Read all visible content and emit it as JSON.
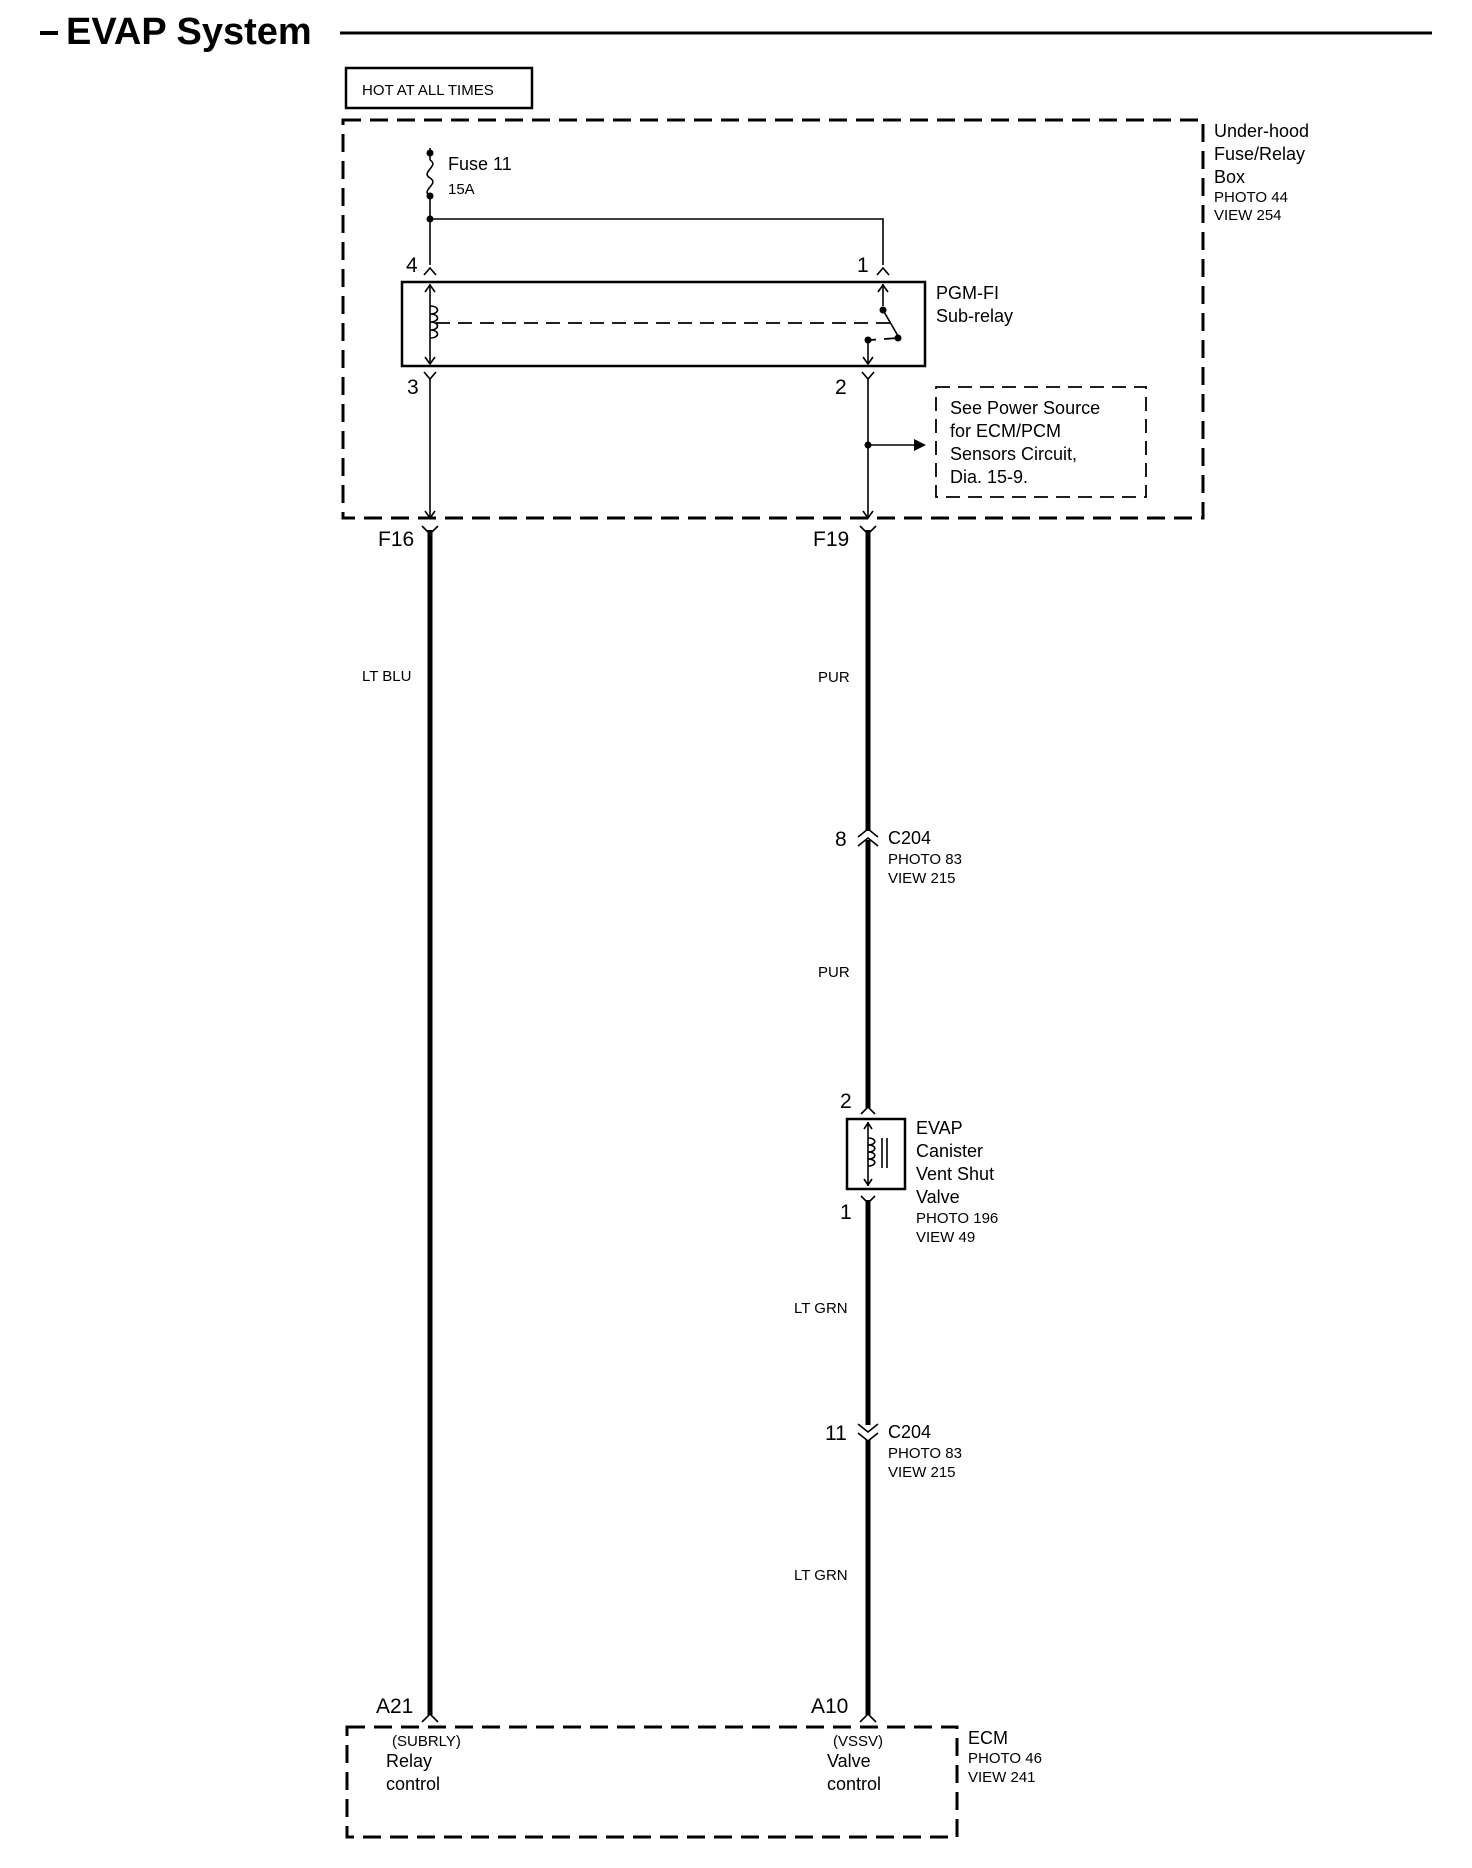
{
  "title": "EVAP System",
  "hot_label": "HOT AT ALL TIMES",
  "fuse_box": {
    "lines": [
      "Under-hood",
      "Fuse/Relay",
      "Box"
    ],
    "photo": "PHOTO 44",
    "view": "VIEW 254"
  },
  "fuse": {
    "name": "Fuse 11",
    "rating": "15A"
  },
  "relay": {
    "lines": [
      "PGM-FI",
      "Sub-relay"
    ],
    "pins": {
      "p4": "4",
      "p1": "1",
      "p3": "3",
      "p2": "2"
    }
  },
  "see_note": [
    "See Power Source",
    "for ECM/PCM",
    "Sensors Circuit,",
    "Dia. 15-9."
  ],
  "terminals": {
    "f16": "F16",
    "f19": "F19",
    "a21": "A21",
    "a10": "A10"
  },
  "wire_colors": {
    "left": "LT BLU",
    "right_top": "PUR",
    "right_mid": "PUR",
    "right_low": "LT GRN",
    "right_bottom": "LT GRN"
  },
  "connector_top": {
    "pin": "8",
    "name": "C204",
    "photo": "PHOTO 83",
    "view": "VIEW 215"
  },
  "connector_bottom": {
    "pin": "11",
    "name": "C204",
    "photo": "PHOTO 83",
    "view": "VIEW 215"
  },
  "valve": {
    "pin_top": "2",
    "pin_bottom": "1",
    "lines": [
      "EVAP",
      "Canister",
      "Vent Shut",
      "Valve"
    ],
    "photo": "PHOTO 196",
    "view": "VIEW 49"
  },
  "ecm": {
    "name": "ECM",
    "photo": "PHOTO 46",
    "view": "VIEW 241",
    "left_sub": "(SUBRLY)",
    "left_lines": [
      "Relay",
      "control"
    ],
    "right_sub": "(VSSV)",
    "right_lines": [
      "Valve",
      "control"
    ]
  }
}
